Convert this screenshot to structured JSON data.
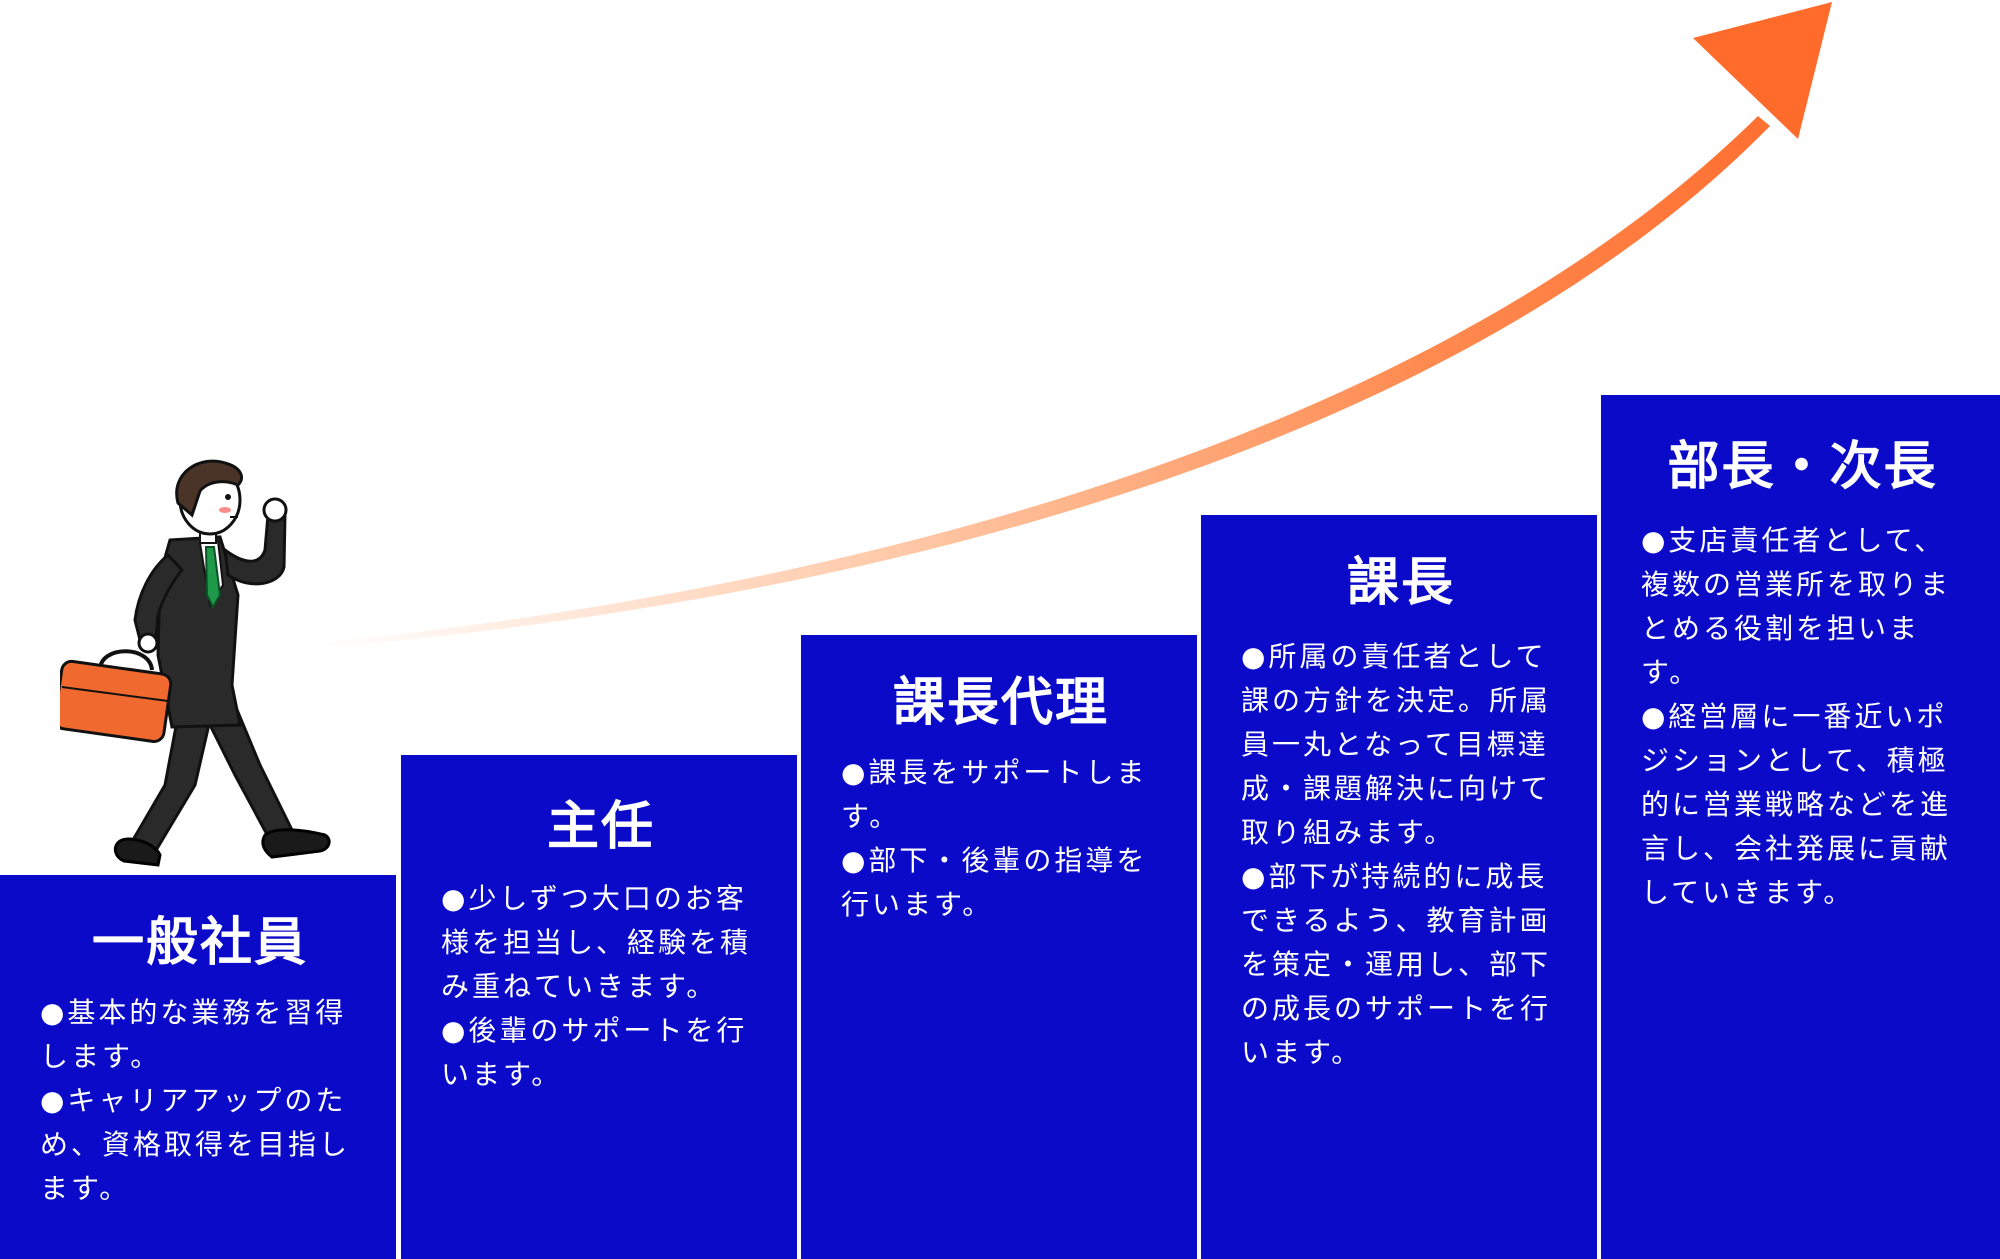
{
  "steps": [
    {
      "title": "一般社員",
      "bullets": [
        "●基本的な業務を習得します。",
        "●キャリアアップのため、資格取得を目指します。"
      ]
    },
    {
      "title": "主任",
      "bullets": [
        "●少しずつ大口のお客様を担当し、経験を積み重ねていきます。",
        "●後輩のサポートを行います。"
      ]
    },
    {
      "title": "課長代理",
      "bullets": [
        "●課長をサポートします。",
        "●部下・後輩の指導を行います。"
      ]
    },
    {
      "title": "課長",
      "bullets": [
        "●所属の責任者として課の方針を決定。所属員一丸となって目標達成・課題解決に向けて取り組みます。",
        "●部下が持続的に成長できるよう、教育計画を策定・運用し、部下の成長のサポートを行います。"
      ]
    },
    {
      "title": "部長・次長",
      "bullets": [
        "●支店責任者として、複数の営業所を取りまとめる役割を担います。",
        "●経営層に一番近いポジションとして、積極的に営業戦略などを進言し、会社発展に貢献していきます。"
      ]
    }
  ],
  "colors": {
    "step_background": "#0a0ac8",
    "step_text": "#ffffff",
    "arrow_start": "#ffffff",
    "arrow_end": "#ff6b2b",
    "briefcase": "#f06a30",
    "suit": "#2a2a2a",
    "tie": "#1f9a4a"
  },
  "icons": {
    "arrow": "growth-arrow-icon",
    "figure": "businessman-walking-icon"
  }
}
